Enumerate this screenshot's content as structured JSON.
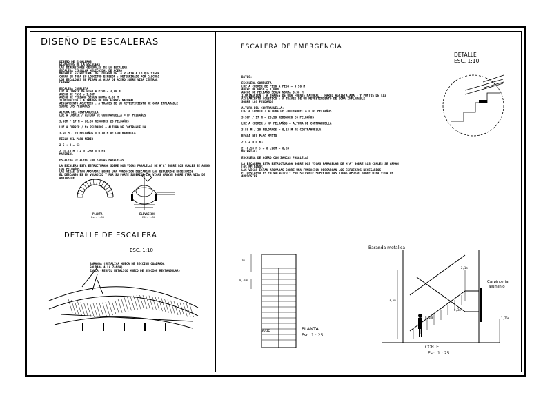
{
  "left_panel": {
    "title": "DISEÑO DE ESCALERAS",
    "notes": [
      "DISEÑO DE ESCALERAS",
      "ELEMENTOS DE LA ESCALERA",
      "LAS DIMENSIONES GENERALES DE LA ESCALERA",
      "ESCALERA CIRCULAR HELICOIDAL DE ACERO",
      "MATERIAL ESTRUCTURAL DEL CUERPO DE LA PLANTA A LO QUE SIGUE",
      "CHAPA EN TODA SU LONGITUD ESPESOR : DETERMINADO POR CALCULO",
      "LOS ESCALONES SE FIJAN AL ALMA DE ACERO SOBRE VIGA CENTRAL",
      "CERRAR",
      "",
      "ESCALERA COMPLETA",
      "LUZ A CUBRIR DE PISO A PISO = 3,50 M",
      "ANCHO DE PASO = 1,00M",
      "ANCHO DE PELDAÑO SEGUN NORMA 0,30 M",
      "ILUMINACION : A TRAVES DE UNA FUENTE NATURAL",
      "AISLAMIENTO ACUSTICO : A TRAVES DE UN REVESTIMIENTO DE GOMA INFLAMABLE",
      "SOBRE LOS PELDAÑOS",
      "",
      "ALTURA DEL CONTRAHUELLA:",
      "LUZ A CUBRIR / ALTURA DE CONTRAHUELLA = Nº PELDAÑOS",
      "",
      "3,50M / 17 M  =  20,59 REDONDEO 20 PELDAÑOS",
      "",
      "LUZ A CUBRIR / Nº PELDAÑOS = ALTURA DE CONTRAHUELLA",
      "",
      "3,50 M / 20 PELDAÑOS = 0,18 M DE CONTRAHUELLA",
      "",
      "REGLA DEL PASO MEDIO",
      "",
      "2 C + H = 63",
      "",
      "2 (0,18 M ) + 0 ,28M = 0,63",
      "MATERIAL",
      "",
      "ESCALERA DE ACERO CON ZANCAS PARALELAS",
      "",
      "LA ESCALERA ESTA ESTRUCTURADA SOBRE DOS VIGAS PARALELAS DE H°A° SOBRE LOS CUALES SE ARMAN",
      "LOS PELDAÑOS",
      "LAS VIGAS ESTAN APOYADAS SOBRE UNA FUNDACION DESCARGAN LOS ESFUERZOS NECESARIOS",
      "EL DESCANSO ES EN VOLADIZO Y POR SU PARTE SUPERIOR LAS VIGAS APOYAN SOBRE OTRA VIGA DE",
      "ARRIOSTRE"
    ],
    "planta_label": "PLANTA",
    "planta_scale": "Esc. 1:50",
    "elevacion_label": "ELEVACION",
    "elevacion_scale": "ESC. 1:50",
    "detalle_title": "DETALLE DE ESCALERA",
    "detalle_scale": "ESC.    1:10",
    "callouts": [
      "BARANDA (METALICA HUECA DE SECCION CUADRADA",
      "SOLDADA A LA ZANCA)",
      "ZANCA (PERFIL METALICO HUECO DE SECCION RECTANGULAR)"
    ]
  },
  "right_panel": {
    "title": "ESCALERA DE EMERGENCIA",
    "detalle_label": "DETALLE",
    "detalle_scale": "ESC.  1:10",
    "notes": [
      "DATOS:",
      "",
      "ESCALERA COMPLETA",
      "LUZ A CUBRIR DE PISO A PISO = 3,50 M",
      "ANCHO DE PASO = 1,00M",
      "ANCHO DE PELDAÑO SEGUN NORMA 0,30 M",
      "ILUMINACION : A TRAVES DE UNA FUENTE NATURAL ( PARED AGRIETALADA ) Y PUNTOS DE LUZ",
      "AISLAMIENTO ACUSTICO : A TRAVES DE UN REVESTIMIENTO DE GOMA INFLAMABLE",
      "SOBRE LOS PELDAÑOS",
      "",
      "ALTURA DEL CONTRAHUELLA:",
      "LUZ A CUBRIR / ALTURA DE CONTRAHUELLA =  Nº PELDAÑOS",
      "",
      "3,50M / 17 M  =  20,59 REDONDEO 20 PELDAÑOS",
      "",
      "LUZ A CUBRIR / Nº PELDAÑOS = ALTURA DE CONTRAHUELLA",
      "",
      "3,50 M / 20 PELDAÑOS = 0,18 M DE CONTRAHUELLA",
      "",
      "REGLA DEL PASO MEDIO",
      "",
      "2 C + H = 63",
      "",
      "2 (0,18 M ) + 0 ,28M = 0,63",
      "MATERIAL:",
      "",
      "ESCALERA DE ACERO CON ZANCAS PARALELAS",
      "",
      "LA ESCALERA ESTA ESTRUCTURADA SOBRE DOS VIGAS PARALELAS DE H°A° SOBRE LOS CUALES SE ARMAN",
      "LOS PELDAÑOS",
      "LAS VIGAS ESTAN APOYADAS SOBRE UNA FUNDACION DESCARGAN LOS ESFUERZOS NECESARIOS",
      "EL DESCANSO ES EN VOLADIZO Y POR SU PARTE SUPERIOR LAS VIGAS APOYAN SOBRE OTRA VIGA DE",
      "ARRIOSTRE."
    ],
    "planta": {
      "label": "PLANTA",
      "scale": "Esc. 1 : 25",
      "sube": "SUBE",
      "dim_top": "1m",
      "dim_side": "0,30m"
    },
    "corte": {
      "label": "CORTE",
      "scale": "Esc. 1 : 25",
      "baranda": "Baranda metalica",
      "carpinteria_1": "Carpinteria",
      "carpinteria_2": "aluminio",
      "dim_total": "3,5m",
      "dim_upper": "2,1m",
      "dim_mid": "0,3m",
      "dim_low": "0,18m",
      "dim_right": "1,75m"
    }
  }
}
